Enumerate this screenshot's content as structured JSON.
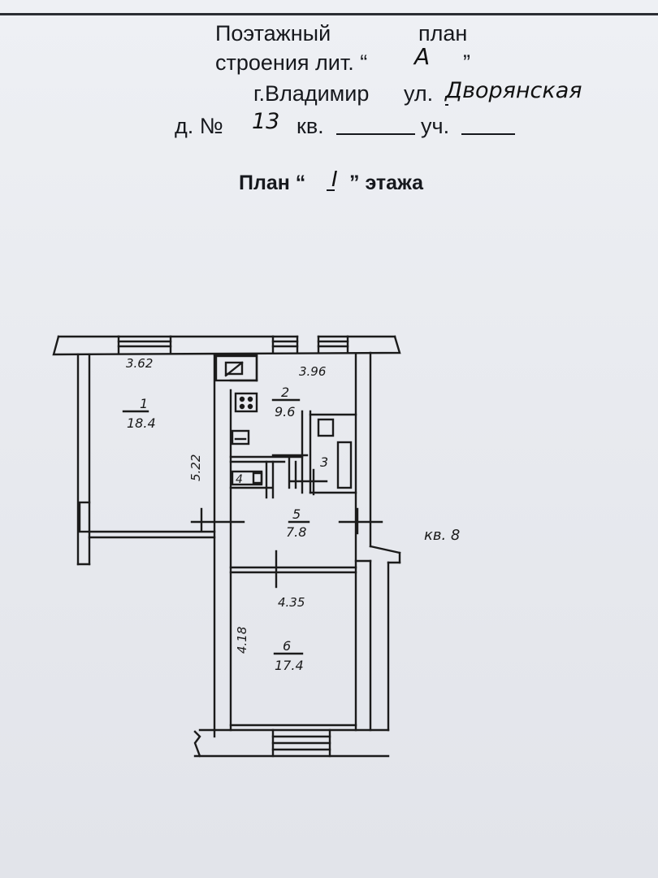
{
  "header": {
    "line1_a": "Поэтажный",
    "line1_b": "план",
    "line2_prefix": "строения лит. “",
    "line2_letter": "А",
    "line2_suffix": "”",
    "city": "г.Владимир",
    "street_prefix": "ул.",
    "street_value": "Дворянская",
    "house_prefix": "д. №",
    "house_value": "13",
    "apt_label": "кв.",
    "plot_label": "уч."
  },
  "plan_title": {
    "prefix": "План “",
    "floor": "I",
    "suffix": "” этажа"
  },
  "floor_plan": {
    "rooms": [
      {
        "number": "1",
        "area": "18.4"
      },
      {
        "number": "2",
        "area": "9.6"
      },
      {
        "number": "3"
      },
      {
        "number": "4"
      },
      {
        "number": "5",
        "area": "7.8"
      },
      {
        "number": "6",
        "area": "17.4"
      }
    ],
    "dimensions": [
      "3.62",
      "3.96",
      "5.22",
      "4.35",
      "4.18"
    ],
    "neighbor_label": "кв. 8"
  }
}
